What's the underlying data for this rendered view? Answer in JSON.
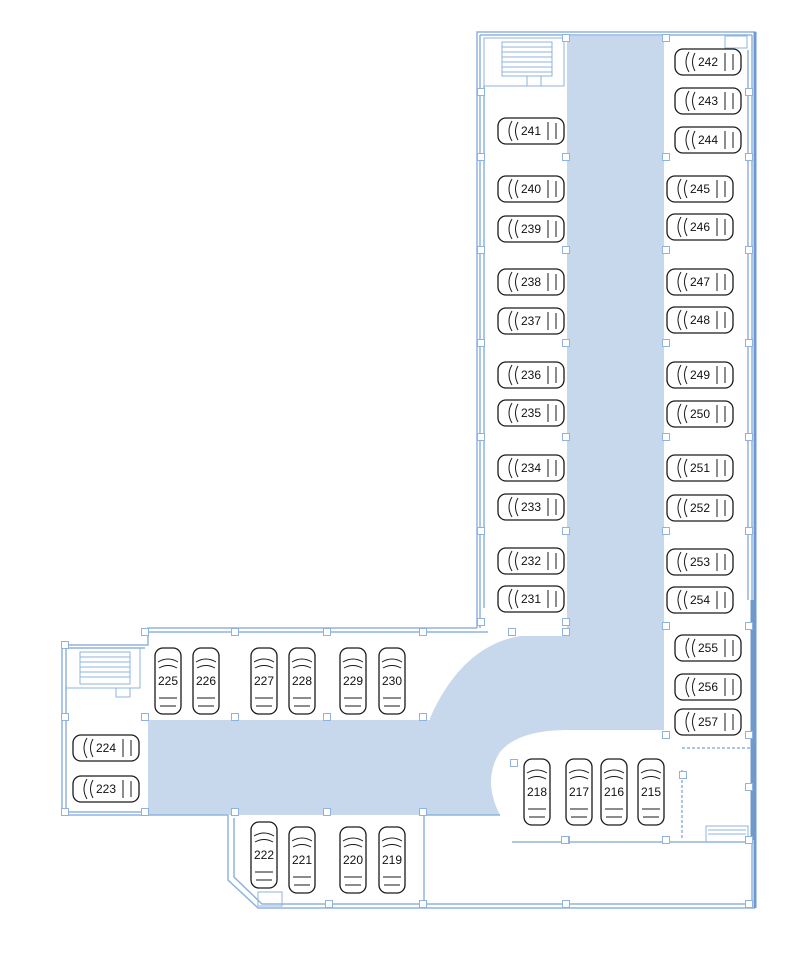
{
  "colors": {
    "aisle": "#c7d8ec",
    "wall": "#8fb3de",
    "wall_dark": "#6f98cc",
    "car_stroke": "#1a1a1a",
    "car_fill": "#ffffff",
    "label": "#111111"
  },
  "parking_spaces": [
    {
      "id": "p242",
      "label": "242",
      "orientation": "horizontal"
    },
    {
      "id": "p243",
      "label": "243",
      "orientation": "horizontal"
    },
    {
      "id": "p244",
      "label": "244",
      "orientation": "horizontal"
    },
    {
      "id": "p241",
      "label": "241",
      "orientation": "horizontal"
    },
    {
      "id": "p240",
      "label": "240",
      "orientation": "horizontal"
    },
    {
      "id": "p239",
      "label": "239",
      "orientation": "horizontal"
    },
    {
      "id": "p238",
      "label": "238",
      "orientation": "horizontal"
    },
    {
      "id": "p237",
      "label": "237",
      "orientation": "horizontal"
    },
    {
      "id": "p236",
      "label": "236",
      "orientation": "horizontal"
    },
    {
      "id": "p235",
      "label": "235",
      "orientation": "horizontal"
    },
    {
      "id": "p234",
      "label": "234",
      "orientation": "horizontal"
    },
    {
      "id": "p233",
      "label": "233",
      "orientation": "horizontal"
    },
    {
      "id": "p232",
      "label": "232",
      "orientation": "horizontal"
    },
    {
      "id": "p231",
      "label": "231",
      "orientation": "horizontal"
    },
    {
      "id": "p245",
      "label": "245",
      "orientation": "horizontal"
    },
    {
      "id": "p246",
      "label": "246",
      "orientation": "horizontal"
    },
    {
      "id": "p247",
      "label": "247",
      "orientation": "horizontal"
    },
    {
      "id": "p248",
      "label": "248",
      "orientation": "horizontal"
    },
    {
      "id": "p249",
      "label": "249",
      "orientation": "horizontal"
    },
    {
      "id": "p250",
      "label": "250",
      "orientation": "horizontal"
    },
    {
      "id": "p251",
      "label": "251",
      "orientation": "horizontal"
    },
    {
      "id": "p252",
      "label": "252",
      "orientation": "horizontal"
    },
    {
      "id": "p253",
      "label": "253",
      "orientation": "horizontal"
    },
    {
      "id": "p254",
      "label": "254",
      "orientation": "horizontal"
    },
    {
      "id": "p255",
      "label": "255",
      "orientation": "horizontal"
    },
    {
      "id": "p256",
      "label": "256",
      "orientation": "horizontal"
    },
    {
      "id": "p257",
      "label": "257",
      "orientation": "horizontal"
    },
    {
      "id": "p225",
      "label": "225",
      "orientation": "vertical"
    },
    {
      "id": "p226",
      "label": "226",
      "orientation": "vertical"
    },
    {
      "id": "p227",
      "label": "227",
      "orientation": "vertical"
    },
    {
      "id": "p228",
      "label": "228",
      "orientation": "vertical"
    },
    {
      "id": "p229",
      "label": "229",
      "orientation": "vertical"
    },
    {
      "id": "p230",
      "label": "230",
      "orientation": "vertical"
    },
    {
      "id": "p224",
      "label": "224",
      "orientation": "horizontal"
    },
    {
      "id": "p223",
      "label": "223",
      "orientation": "horizontal"
    },
    {
      "id": "p222",
      "label": "222",
      "orientation": "vertical"
    },
    {
      "id": "p221",
      "label": "221",
      "orientation": "vertical"
    },
    {
      "id": "p220",
      "label": "220",
      "orientation": "vertical"
    },
    {
      "id": "p219",
      "label": "219",
      "orientation": "vertical"
    },
    {
      "id": "p218",
      "label": "218",
      "orientation": "vertical"
    },
    {
      "id": "p217",
      "label": "217",
      "orientation": "vertical"
    },
    {
      "id": "p216",
      "label": "216",
      "orientation": "vertical"
    },
    {
      "id": "p215",
      "label": "215",
      "orientation": "vertical"
    }
  ]
}
